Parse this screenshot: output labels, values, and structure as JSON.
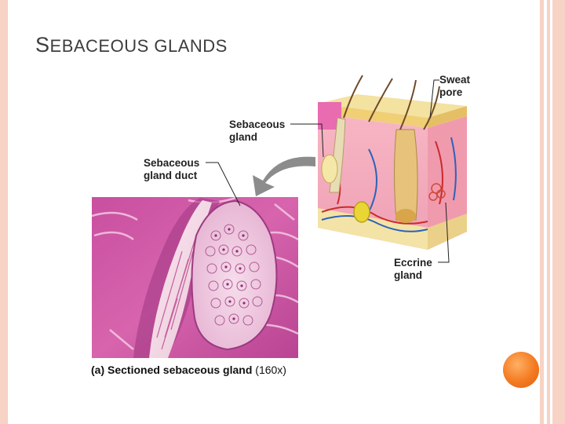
{
  "slide": {
    "title_first": "S",
    "title_rest": "EBACEOUS GLANDS"
  },
  "figure": {
    "labels": {
      "sweat_pore": [
        "Sweat",
        "pore"
      ],
      "sebaceous_gland": [
        "Sebaceous",
        "gland"
      ],
      "sebaceous_gland_duct": [
        "Sebaceous",
        "gland duct"
      ],
      "eccrine_gland": [
        "Eccrine",
        "gland"
      ]
    },
    "caption": {
      "prefix": "(a) Sectioned sebaceous gland",
      "magnification": "(160x)"
    }
  },
  "colors": {
    "frame": "#f6d3c4",
    "accent_orb": "#f47a20",
    "tissue_pink": "#cf5a9e",
    "skin_block": "#f2a5b8"
  }
}
